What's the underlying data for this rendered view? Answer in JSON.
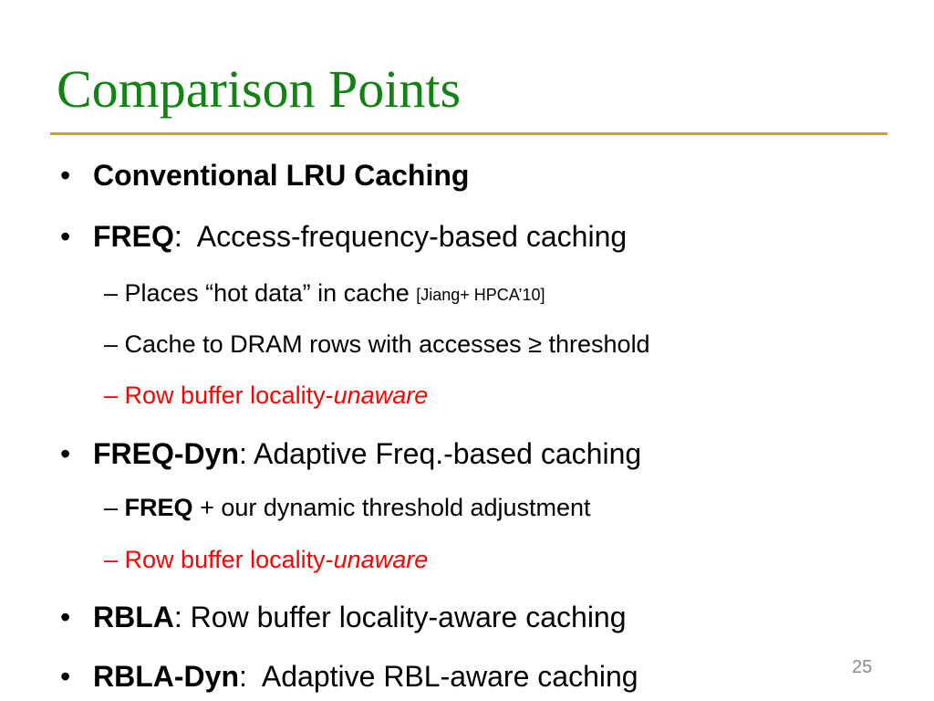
{
  "slide": {
    "title": "Comparison Points",
    "bullet_glyph": "•",
    "dash_glyph": "–",
    "colon": ":",
    "items": [
      {
        "label": "Conventional LRU Caching"
      },
      {
        "label": "FREQ",
        "description": "  Access-frequency-based caching",
        "subitems": [
          {
            "text": "Places “hot data” in cache ",
            "citation": "[Jiang+ HPCA’10]"
          },
          {
            "text": "Cache to DRAM rows with accesses ≥ threshold"
          },
          {
            "prefix": "Row buffer locality-",
            "emphasis": "unaware",
            "color": "#ff0000"
          }
        ]
      },
      {
        "label": "FREQ-Dyn",
        "description": " Adaptive Freq.-based caching",
        "subitems": [
          {
            "label": "FREQ",
            "text": " + our dynamic threshold adjustment"
          },
          {
            "prefix": "Row buffer locality-",
            "emphasis": "unaware",
            "color": "#ff0000"
          }
        ]
      },
      {
        "label": "RBLA",
        "description": " Row buffer locality-aware caching"
      },
      {
        "label": "RBLA-Dyn",
        "description": "  Adaptive RBL-aware caching"
      }
    ],
    "page_number": "25",
    "colors": {
      "title": "#128212",
      "rule": "#c9a227",
      "emphasis": "#ff0000",
      "page_number": "#8a8a8a"
    }
  }
}
